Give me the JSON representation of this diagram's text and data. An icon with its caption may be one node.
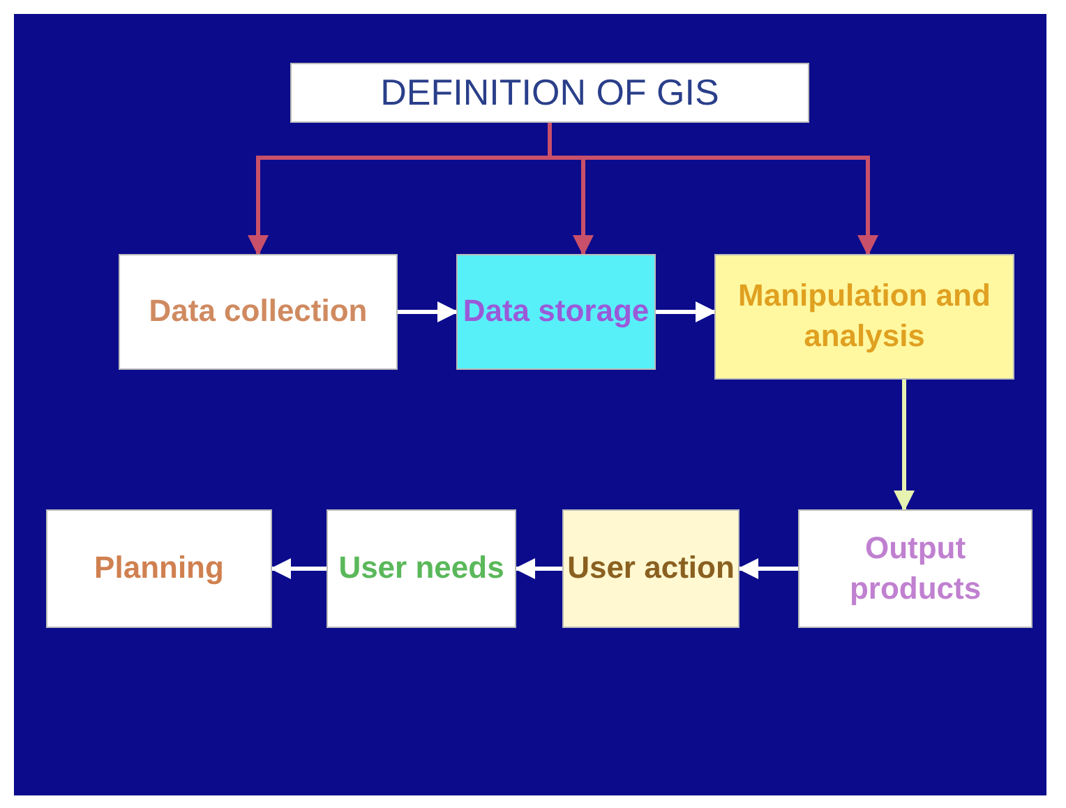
{
  "diagram": {
    "nodes": [
      {
        "text": [
          "DEFINITION OF GIS"
        ]
      },
      {
        "text": [
          "Data collection"
        ]
      },
      {
        "text": [
          "Data storage"
        ]
      },
      {
        "text": [
          "Manipulation and analysis"
        ]
      },
      {
        "text": [
          "Output products"
        ]
      },
      {
        "text": [
          "User action"
        ]
      },
      {
        "text": [
          "User needs"
        ]
      },
      {
        "text": [
          "Planning"
        ]
      }
    ],
    "edges": [
      {
        "from": 0,
        "to": 1,
        "arrow": "to",
        "color": "#c8506a"
      },
      {
        "from": 0,
        "to": 2,
        "arrow": "to",
        "color": "#c8506a"
      },
      {
        "from": 0,
        "to": 3,
        "arrow": "to",
        "color": "#c8506a"
      },
      {
        "from": 1,
        "to": 2,
        "arrow": "to"
      },
      {
        "from": 2,
        "to": 3,
        "arrow": "to"
      },
      {
        "from": 3,
        "to": 4,
        "arrow": "to",
        "color": "#e6f2b0"
      },
      {
        "from": 4,
        "to": 5,
        "arrow": "to"
      },
      {
        "from": 5,
        "to": 6,
        "arrow": "to"
      },
      {
        "from": 6,
        "to": 7,
        "arrow": "to"
      }
    ]
  }
}
